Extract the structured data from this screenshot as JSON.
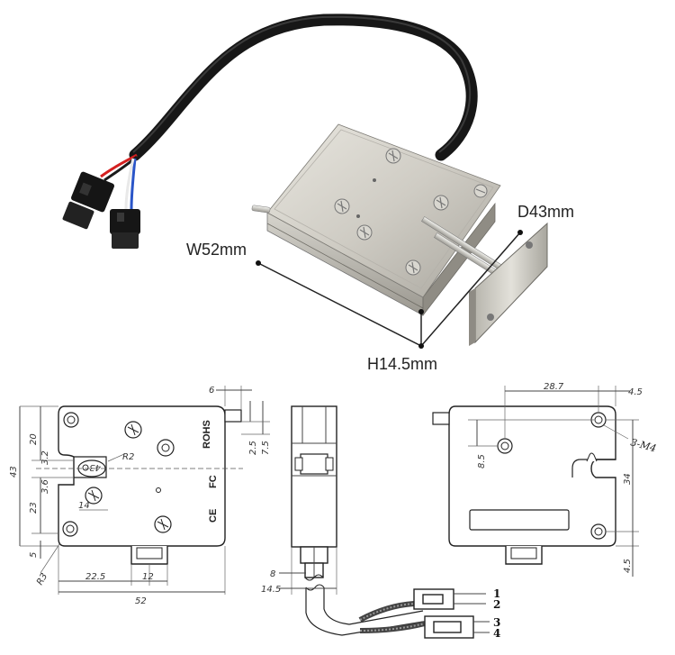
{
  "product_labels": {
    "depth": "D43mm",
    "width": "W52mm",
    "height": "H14.5mm"
  },
  "front_view": {
    "dims": {
      "top_pin": "6",
      "d20": "20",
      "d3_2": "3.2",
      "d43": "43",
      "d3_6": "3.6",
      "d23": "23",
      "d5": "5",
      "d2_5": "2.5",
      "d7_5": "7.5",
      "r2": "R2",
      "r3": "R3",
      "d14": "14",
      "d22_5": "22.5",
      "d12": "12",
      "d52": "52",
      "latch_tag": "43"
    },
    "marks": {
      "rohs": "ROHS",
      "ce": "CE",
      "fcc": "FC"
    }
  },
  "side_view": {
    "dims": {
      "d8": "8",
      "d14_5": "14.5"
    }
  },
  "back_view": {
    "dims": {
      "d28_7": "28.7",
      "d4_5_top": "4.5",
      "d3_m4": "3-M4",
      "d8_5": "8.5",
      "d34": "34",
      "d4_5_bottom": "4.5"
    }
  },
  "wires": {
    "pin1": "1",
    "pin2": "2",
    "pin3": "3",
    "pin4": "4"
  },
  "colors": {
    "metal": "#c9c9c2",
    "metal_dark": "#8d8d86",
    "cable": "#1a1a1a",
    "wire_red": "#d42020",
    "wire_blue": "#2a55c8",
    "wire_white": "#f2f2f2"
  }
}
